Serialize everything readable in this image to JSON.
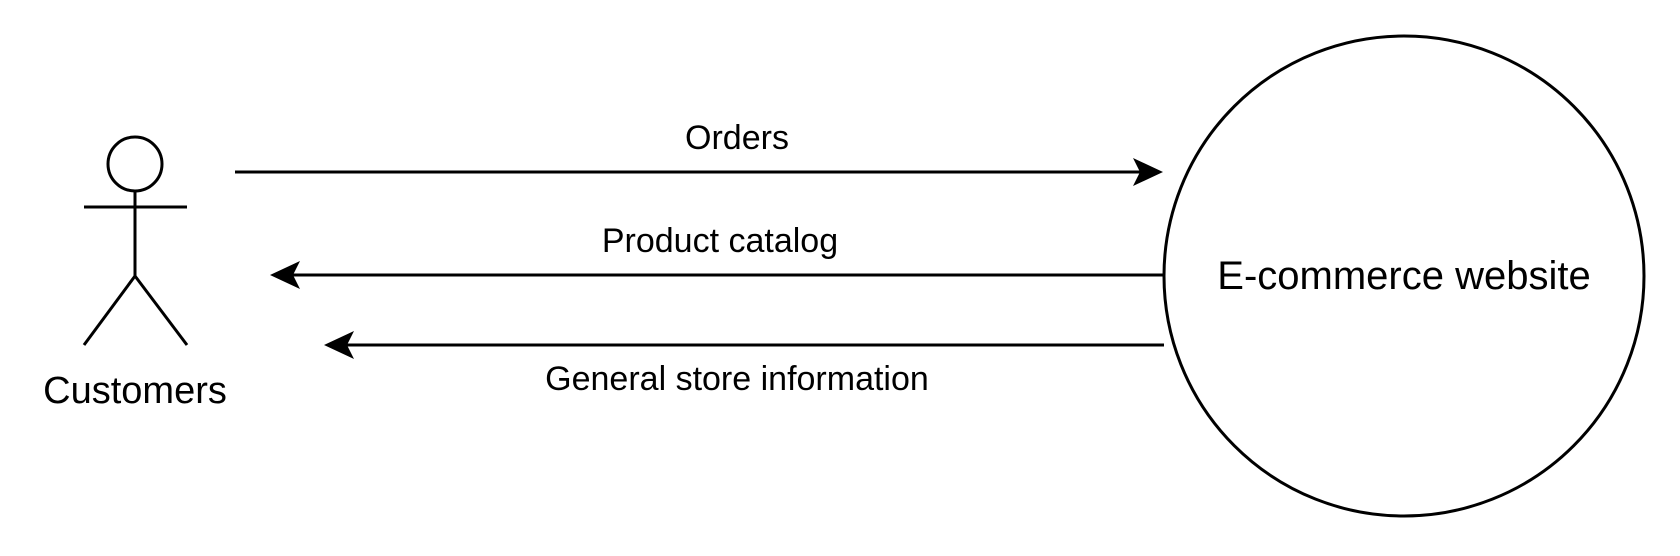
{
  "diagram": {
    "actor": {
      "label": "Customers"
    },
    "process": {
      "label": "E-commerce website"
    },
    "flows": [
      {
        "label": "Orders",
        "direction": "actor-to-process"
      },
      {
        "label": "Product catalog",
        "direction": "process-to-actor"
      },
      {
        "label": "General store information",
        "direction": "process-to-actor"
      }
    ],
    "colors": {
      "line": "#000000",
      "background": "#ffffff"
    }
  }
}
